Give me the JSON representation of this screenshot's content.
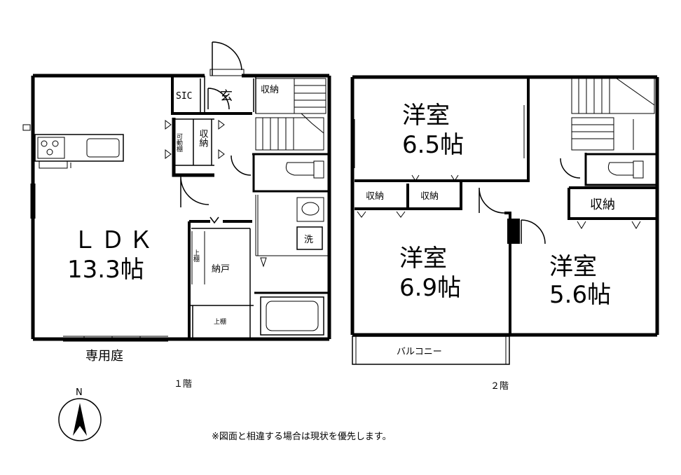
{
  "floor1": {
    "ldk_name": "ＬＤＫ",
    "ldk_size": "13.3帖",
    "sic": "SIC",
    "entrance": "玄",
    "storage": "収納",
    "movable_shelf": "可動棚",
    "nando": "納戸",
    "upper_shelf": "上棚",
    "wash": "洗",
    "garden": "専用庭",
    "floor_label": "１階"
  },
  "floor2": {
    "room_a_name": "洋室",
    "room_a_size": "6.5帖",
    "room_b_name": "洋室",
    "room_b_size": "6.9帖",
    "room_c_name": "洋室",
    "room_c_size": "5.6帖",
    "storage": "収納",
    "balcony": "バルコニー",
    "floor_label": "２階"
  },
  "compass_label": "N",
  "note": "※図面と相違する場合は現状を優先します。"
}
